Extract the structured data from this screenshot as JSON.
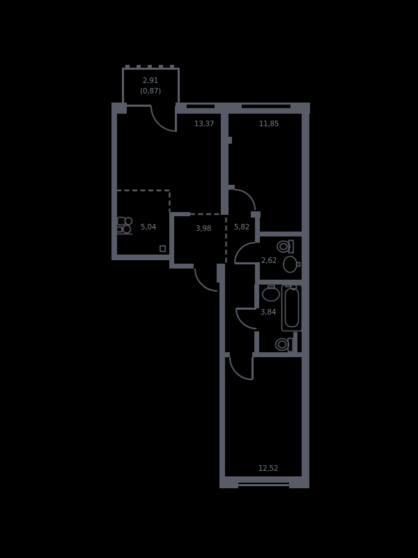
{
  "colors": {
    "background": "#000000",
    "wall": "#585C66",
    "label": "#777C86"
  },
  "balcony": {
    "area": "2,91",
    "area_coeff": "(0,87)"
  },
  "rooms": {
    "living": {
      "area": "13,37"
    },
    "bedroom_top": {
      "area": "11,85"
    },
    "kitchen": {
      "area": "5,04"
    },
    "hall": {
      "area": "3,98"
    },
    "corridor": {
      "area": "5,82"
    },
    "wc": {
      "area": "2,62"
    },
    "bathroom": {
      "area": "3,84"
    },
    "bedroom_bottom": {
      "area": "12,52"
    }
  }
}
